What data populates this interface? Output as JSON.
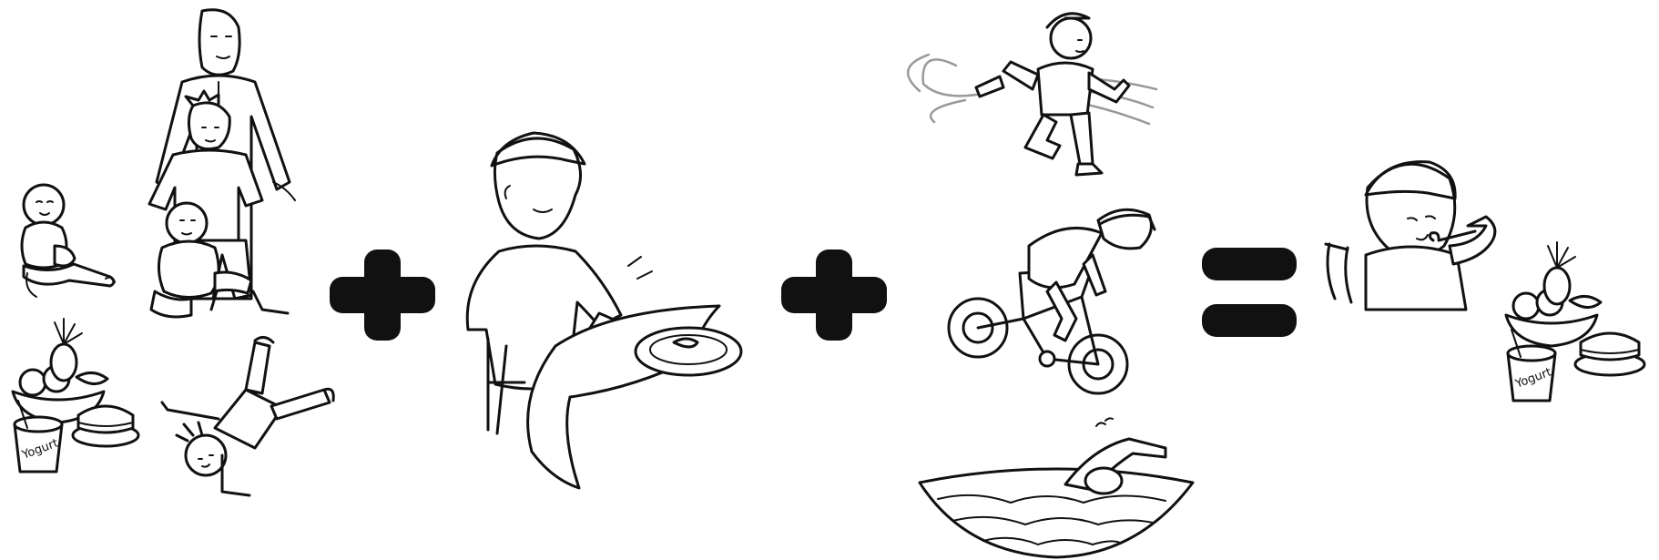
{
  "figures": {
    "family": {
      "members": [
        "baby-sitting",
        "father-standing",
        "child-standing",
        "baby-on-lap"
      ]
    },
    "healthy_food_left": {
      "yogurt_label": "Yogurt"
    },
    "cartwheel_kid": {},
    "operator_plus_1": {
      "symbol": "+"
    },
    "boy_eating": {},
    "operator_plus_2": {
      "symbol": "+"
    },
    "activities": [
      "runner",
      "cyclist",
      "swimmer"
    ],
    "operator_equals": {
      "symbol": "="
    },
    "healthy_child": {},
    "healthy_food_right": {
      "yogurt_label": "Yogurt"
    }
  },
  "colors": {
    "ink": "#111111",
    "motion_lines": "#999999",
    "background": "#ffffff"
  }
}
